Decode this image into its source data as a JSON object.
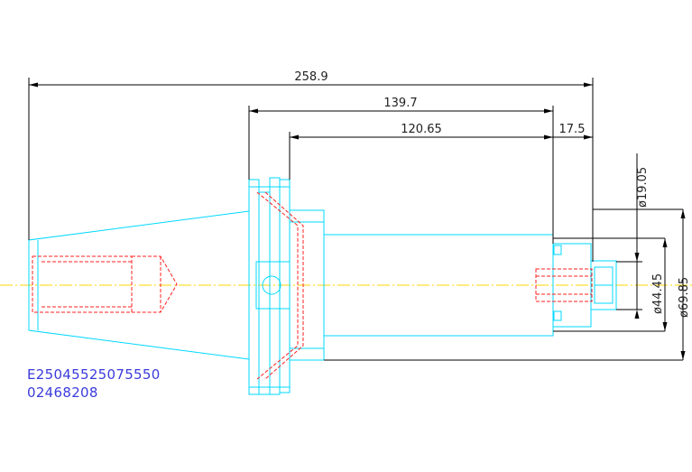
{
  "colors": {
    "part": "#00d8ff",
    "hidden": "#ff0000",
    "center": "#ffd400",
    "dimension": "#000000",
    "code_text": "#3b3bdc"
  },
  "dimensions": {
    "overall_length": "258.9",
    "flange_to_end": "139.7",
    "body_length": "120.65",
    "nose_length": "17.5",
    "dia_small": "ø19.05",
    "dia_mid": "ø44.45",
    "dia_large": "ø69.85"
  },
  "codes": {
    "line1": "E25045525075550",
    "line2": "02468208"
  }
}
